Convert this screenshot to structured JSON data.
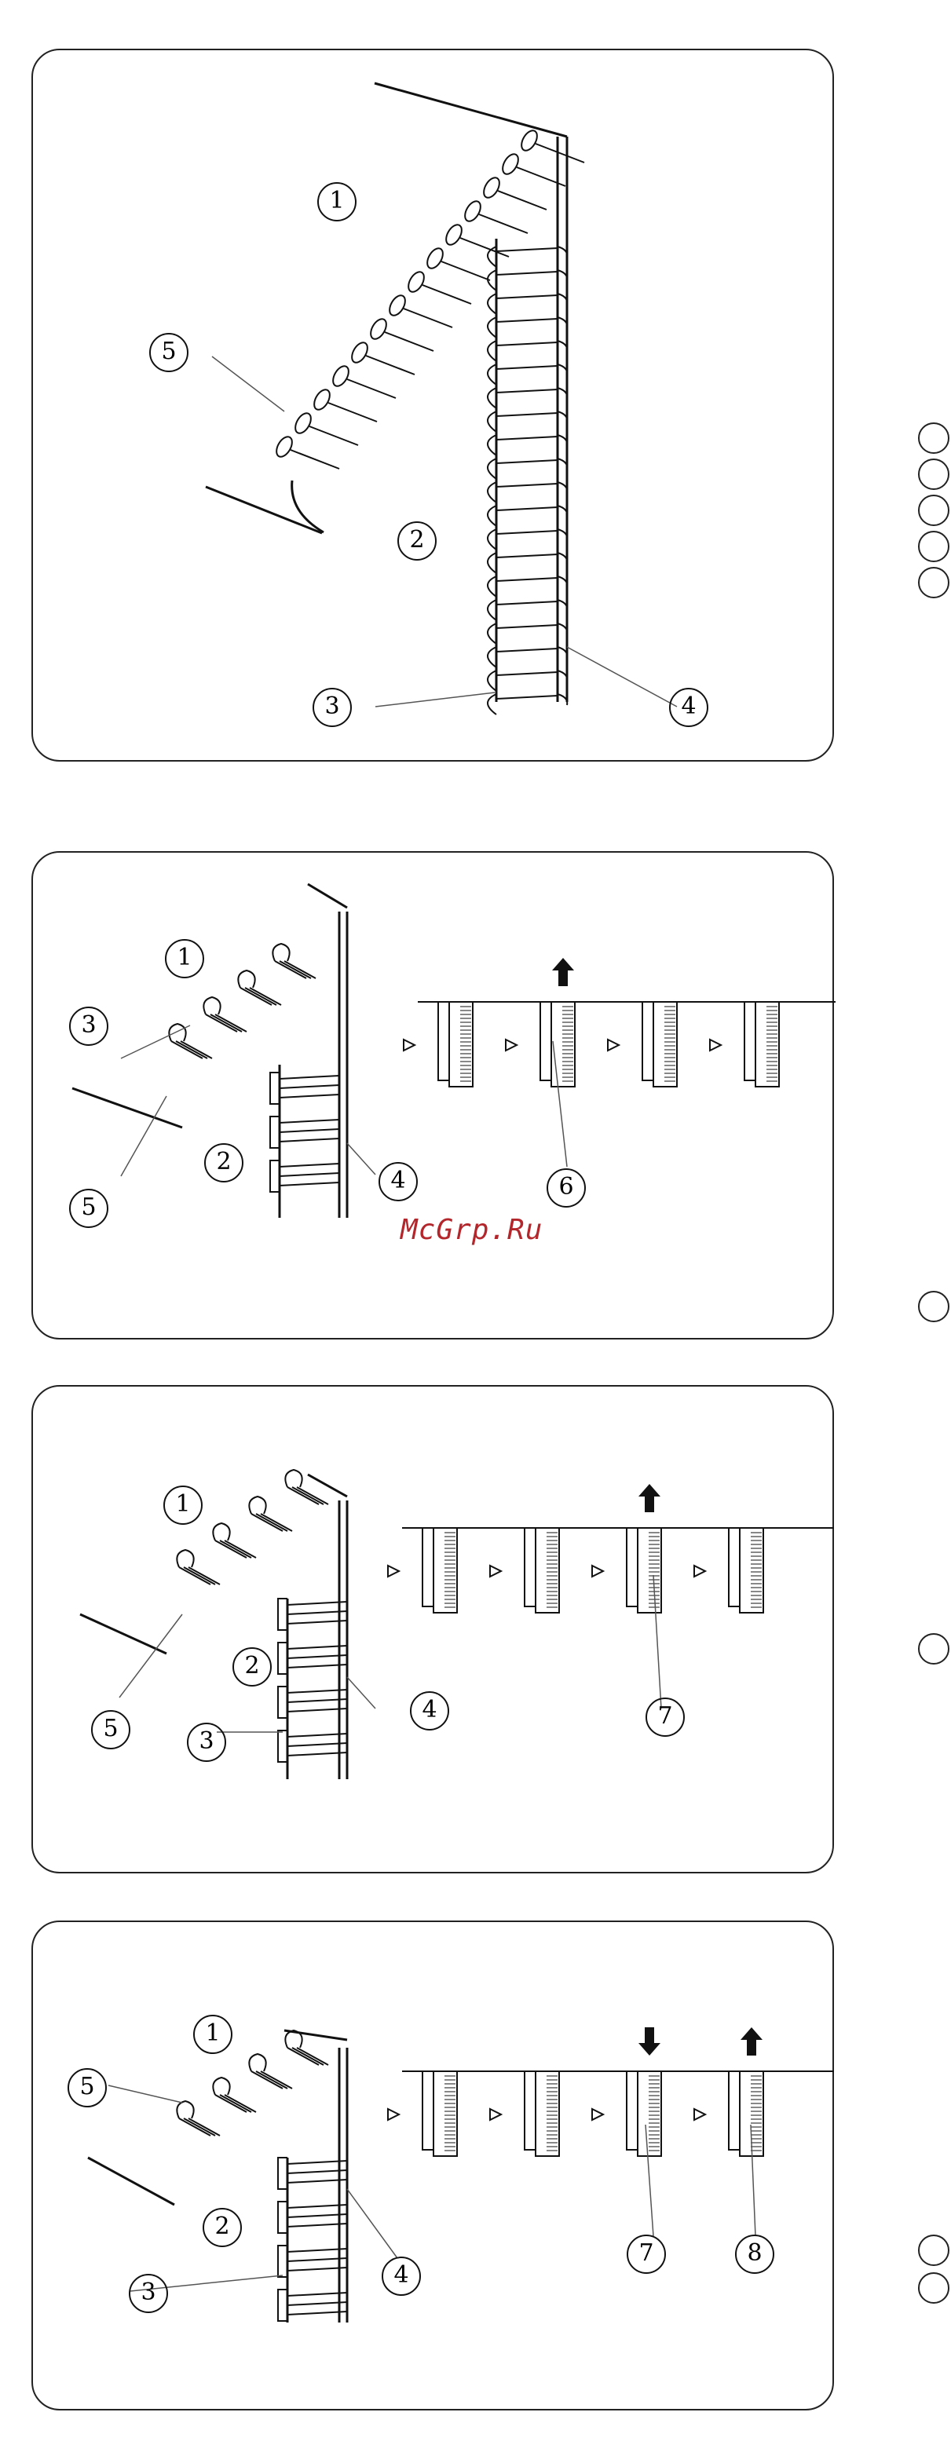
{
  "watermark": "McGrp.Ru",
  "marker_glyphs": [
    "1",
    "2",
    "3",
    "4",
    "5",
    "6",
    "7",
    "8"
  ],
  "panels": [
    {
      "callouts": [
        "1",
        "2",
        "3",
        "4",
        "5"
      ]
    },
    {
      "callouts": [
        "1",
        "2",
        "3",
        "4",
        "5",
        "6"
      ],
      "arrows": [
        "up"
      ]
    },
    {
      "callouts": [
        "1",
        "2",
        "3",
        "4",
        "5",
        "7"
      ],
      "arrows": [
        "up"
      ]
    },
    {
      "callouts": [
        "1",
        "2",
        "3",
        "4",
        "5",
        "7",
        "8"
      ],
      "arrows": [
        "down",
        "up"
      ]
    }
  ],
  "side_markers": {
    "count_group_1": 5,
    "count_group_2": 1,
    "count_group_3": 1,
    "count_group_4": 2
  }
}
